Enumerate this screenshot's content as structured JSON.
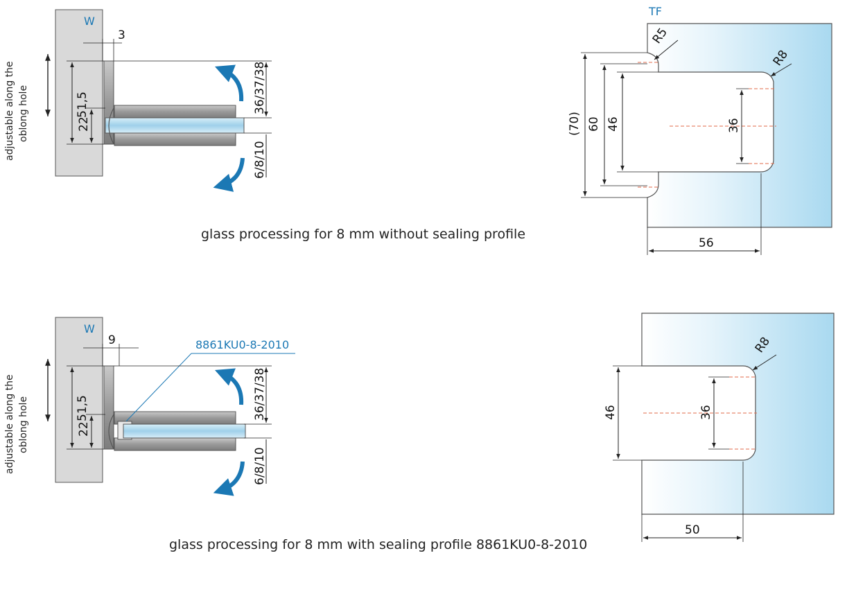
{
  "colors": {
    "accent": "#1b78b4",
    "glass": "#bfe3f4",
    "wall": "#d9d9d9",
    "metal": "#a9a9a9"
  },
  "top": {
    "side_label_line1": "adjustable along the",
    "side_label_line2": "oblong hole",
    "wall_label": "W",
    "dim_gap": "3",
    "dim_total": "51,5",
    "dim_center": "22",
    "dim_thickness_upper": "36/37/38",
    "dim_thickness_lower": "6/8/10",
    "caption": "glass processing for 8 mm without sealing profile",
    "cutout": {
      "label": "TF",
      "radius_small": "R5",
      "radius_large": "R8",
      "dim_outer": "(70)",
      "dim_mid": "60",
      "dim_inner": "46",
      "dim_slot": "36",
      "dim_depth": "56"
    }
  },
  "bottom": {
    "side_label_line1": "adjustable along the",
    "side_label_line2": "oblong hole",
    "wall_label": "W",
    "dim_gap": "9",
    "dim_total": "51,5",
    "dim_center": "22",
    "dim_thickness_upper": "36/37/38",
    "dim_thickness_lower": "6/8/10",
    "profile_code": "8861KU0-8-2010",
    "caption": "glass processing for 8 mm with sealing profile 8861KU0-8-2010",
    "cutout": {
      "radius_large": "R8",
      "dim_inner": "46",
      "dim_slot": "36",
      "dim_depth": "50"
    }
  }
}
